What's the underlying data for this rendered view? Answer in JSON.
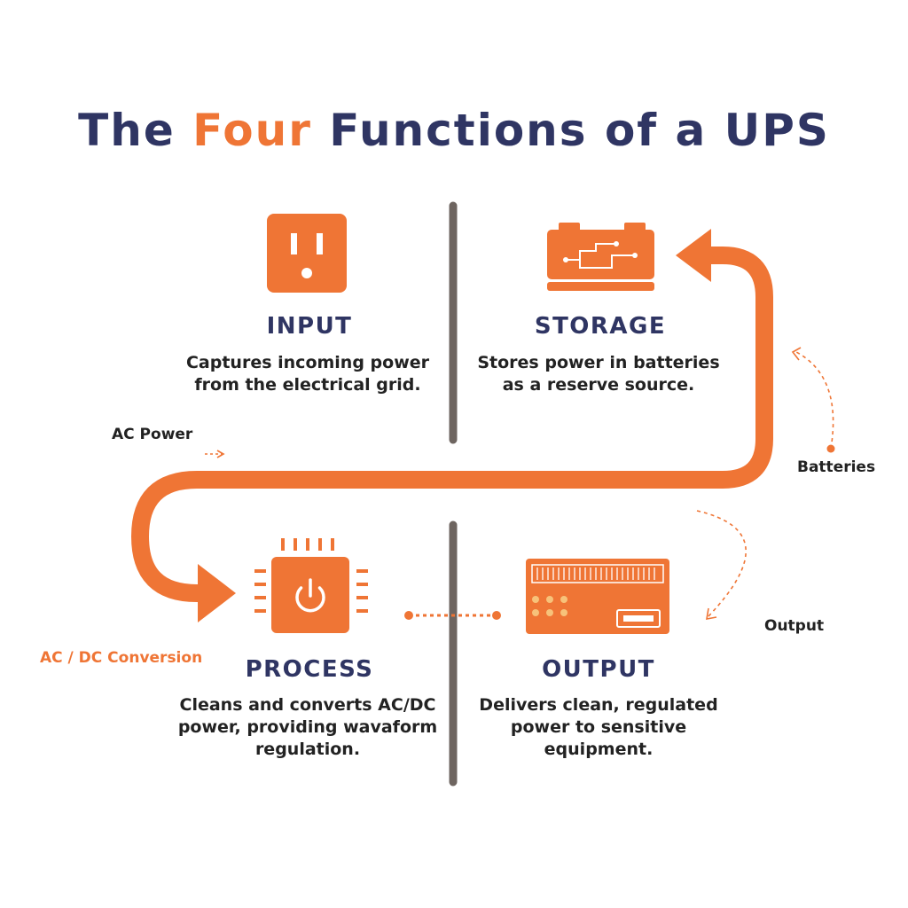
{
  "title": {
    "prefix": "The ",
    "accent": "Four",
    "suffix": " Functions of a UPS"
  },
  "sections": {
    "input": {
      "heading": "INPUT",
      "description": "Captures incoming power from the electrical grid."
    },
    "storage": {
      "heading": "STORAGE",
      "description": "Stores power in batteries as a reserve source."
    },
    "process": {
      "heading": "PROCESS",
      "description": "Cleans and converts AC/DC power, providing wavaform regulation."
    },
    "output": {
      "heading": "OUTPUT",
      "description": "Delivers clean, regulated power to sensitive equipment."
    }
  },
  "flow_labels": {
    "ac_power": "AC Power",
    "batteries": "Batteries",
    "ac_dc_conversion": "AC / DC Conversion",
    "output": "Output"
  },
  "colors": {
    "accent": "#ef7535",
    "navy": "#2f3563",
    "divider": "#6e6560"
  },
  "icons": [
    "outlet-icon",
    "battery-icon",
    "chip-power-icon",
    "ups-unit-icon"
  ]
}
